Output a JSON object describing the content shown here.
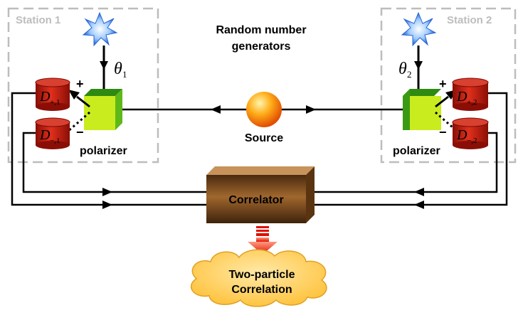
{
  "stations": {
    "left": "Station 1",
    "right": "Station 2"
  },
  "rng_label": {
    "line1": "Random number",
    "line2": "generators"
  },
  "angles": {
    "left": {
      "symbol": "θ",
      "sub": "1"
    },
    "right": {
      "symbol": "θ",
      "sub": "2"
    }
  },
  "detectors": {
    "left_plus": {
      "main": "D",
      "sub": "+,1"
    },
    "left_minus": {
      "main": "D",
      "sub": "−,1"
    },
    "right_plus": {
      "main": "D",
      "sub": "+,2"
    },
    "right_minus": {
      "main": "D",
      "sub": "−,2"
    }
  },
  "signs": {
    "plus": "+",
    "minus": "−"
  },
  "polarizer_label": "polarizer",
  "source_label": "Source",
  "correlator_label": "Correlator",
  "output": {
    "line1": "Two-particle",
    "line2": "Correlation"
  },
  "colors": {
    "station_border": "#bdbdbd",
    "detector": "#c81a0e",
    "polarizer": "#c6e820",
    "source": "#ff8a00",
    "correlator": "#7a4a1e",
    "cloud": "#ffd060",
    "arrow_out": "#ee1a00",
    "rng": "#3a7de0"
  }
}
